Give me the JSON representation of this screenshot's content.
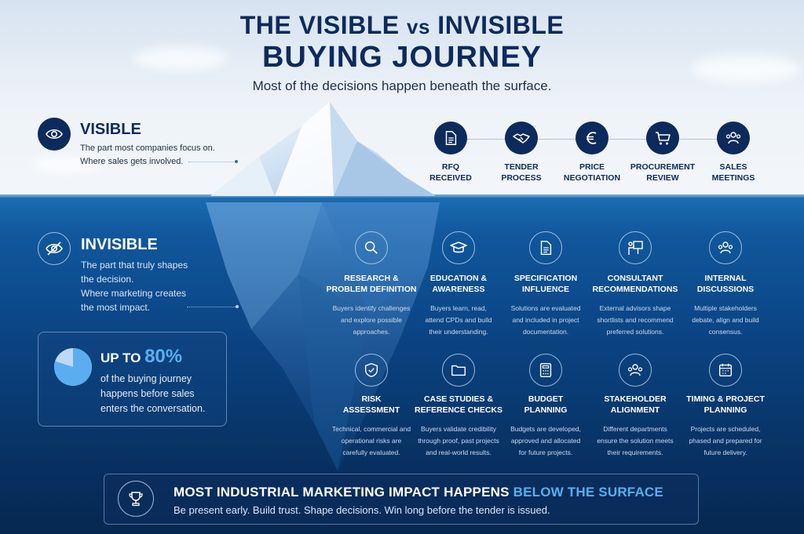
{
  "header": {
    "title_part1": "THE VISIBLE",
    "title_vs": "vs",
    "title_part2": "INVISIBLE",
    "title_line2": "BUYING JOURNEY",
    "subtitle": "Most of the decisions happen beneath the surface."
  },
  "visible": {
    "heading": "VISIBLE",
    "line1": "The part most companies focus on.",
    "line2": "Where sales gets involved.",
    "icon": "eye-icon"
  },
  "invisible": {
    "heading": "INVISIBLE",
    "line1": "The part that truly shapes",
    "line2": "the decision.",
    "line3": "Where marketing creates",
    "line4": "the most impact.",
    "icon": "eye-slash-icon"
  },
  "stat": {
    "prefix": "UP TO",
    "value": "80%",
    "fraction": 0.8,
    "line1": "of the buying journey",
    "line2": "happens before sales",
    "line3": "enters the conversation."
  },
  "visible_steps": [
    {
      "line1": "RFQ",
      "line2": "RECEIVED",
      "icon": "document-icon"
    },
    {
      "line1": "TENDER",
      "line2": "PROCESS",
      "icon": "handshake-icon"
    },
    {
      "line1": "PRICE",
      "line2": "NEGOTIATION",
      "icon": "euro-icon"
    },
    {
      "line1": "PROCUREMENT",
      "line2": "REVIEW",
      "icon": "cart-icon"
    },
    {
      "line1": "SALES",
      "line2": "MEETINGS",
      "icon": "people-icon"
    }
  ],
  "invisible_steps": [
    {
      "line1": "RESEARCH &",
      "line2": "PROBLEM DEFINITION",
      "d1": "Buyers identify challenges",
      "d2": "and explore possible",
      "d3": "approaches.",
      "icon": "search-icon"
    },
    {
      "line1": "EDUCATION &",
      "line2": "AWARENESS",
      "d1": "Buyers learn, read,",
      "d2": "attend CPDs and build",
      "d3": "their understanding.",
      "icon": "graduation-cap-icon"
    },
    {
      "line1": "SPECIFICATION",
      "line2": "INFLUENCE",
      "d1": "Solutions are evaluated",
      "d2": "and included in project",
      "d3": "documentation.",
      "icon": "spec-document-icon"
    },
    {
      "line1": "CONSULTANT",
      "line2": "RECOMMENDATIONS",
      "d1": "External advisors shape",
      "d2": "shortlists and recommend",
      "d3": "preferred solutions.",
      "icon": "presenter-icon"
    },
    {
      "line1": "INTERNAL",
      "line2": "DISCUSSIONS",
      "d1": "Multiple stakeholders",
      "d2": "debate, align and build",
      "d3": "consensus.",
      "icon": "group-icon"
    },
    {
      "line1": "RISK",
      "line2": "ASSESSMENT",
      "d1": "Technical, commercial and",
      "d2": "operational risks are",
      "d3": "carefully evaluated.",
      "icon": "shield-check-icon"
    },
    {
      "line1": "CASE STUDIES &",
      "line2": "REFERENCE CHECKS",
      "d1": "Buyers validate credibility",
      "d2": "through proof, past projects",
      "d3": "and real-world results.",
      "icon": "folder-icon"
    },
    {
      "line1": "BUDGET",
      "line2": "PLANNING",
      "d1": "Budgets are developed,",
      "d2": "approved and allocated",
      "d3": "for future projects.",
      "icon": "calculator-icon"
    },
    {
      "line1": "STAKEHOLDER",
      "line2": "ALIGNMENT",
      "d1": "Different departments",
      "d2": "ensure the solution meets",
      "d3": "their requirements.",
      "icon": "team-icon"
    },
    {
      "line1": "TIMING & PROJECT",
      "line2": "PLANNING",
      "d1": "Projects are scheduled,",
      "d2": "phased and prepared for",
      "d3": "future delivery.",
      "icon": "calendar-icon"
    }
  ],
  "banner": {
    "title_part1": "MOST INDUSTRIAL MARKETING IMPACT HAPPENS",
    "title_highlight": "BELOW THE SURFACE",
    "subtitle": "Be present early. Build trust. Shape decisions. Win long before the tender is issued.",
    "icon": "trophy-icon"
  },
  "colors": {
    "navy": "#0d2a5c",
    "accent": "#5aaef0",
    "sea_top": "#1c6db3",
    "sea_bottom": "#062750"
  }
}
